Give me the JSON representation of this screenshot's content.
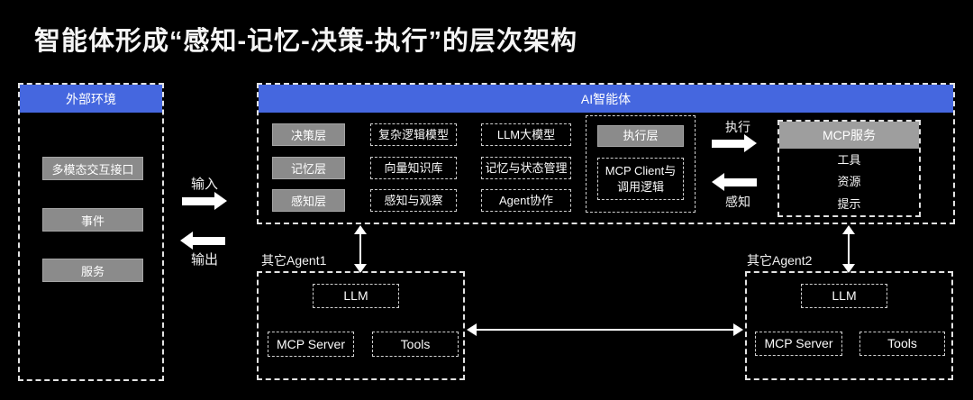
{
  "title": "智能体形成“感知-记忆-决策-执行”的层次架构",
  "colors": {
    "background": "#000000",
    "accent_blue": "#4567DF",
    "chip_gray": "#8B8B8B",
    "mcp_header_gray": "#9E9E9E",
    "text": "#FFFFFF"
  },
  "external_env": {
    "header": "外部环境",
    "items": [
      "多模态交互接口",
      "事件",
      "服务"
    ]
  },
  "io": {
    "input_label": "输入",
    "output_label": "输出"
  },
  "ai_agent": {
    "header": "AI智能体",
    "layers": [
      "决策层",
      "记忆层",
      "感知层"
    ],
    "models": [
      "复杂逻辑模型",
      "向量知识库",
      "感知与观察"
    ],
    "capabilities": [
      "LLM大模型",
      "记忆与状态管理",
      "Agent协作"
    ],
    "execution": {
      "layer_label": "执行层",
      "client_line1": "MCP Client与",
      "client_line2": "调用逻辑"
    },
    "exec_label": "执行",
    "perceive_label": "感知",
    "mcp_service": {
      "header": "MCP服务",
      "items": [
        "工具",
        "资源",
        "提示"
      ]
    }
  },
  "agents": [
    {
      "label": "其它Agent1",
      "llm": "LLM",
      "mcp_server": "MCP Server",
      "tools": "Tools"
    },
    {
      "label": "其它Agent2",
      "llm": "LLM",
      "mcp_server": "MCP Server",
      "tools": "Tools"
    }
  ]
}
